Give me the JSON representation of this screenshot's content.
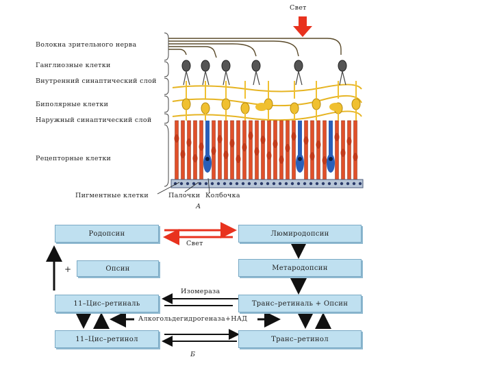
{
  "retina": {
    "light": "Свет",
    "layers": [
      "Волокна зрительного нерва",
      "Ганглиозные клетки",
      "Внутренний синаптический слой",
      "Биполярные клетки",
      "Наружный синаптический слой",
      "Рецепторные клетки"
    ],
    "bottom_labels": [
      "Пигментные клетки",
      "Палочки",
      "Колбочка"
    ],
    "panel_letter": "А"
  },
  "cycle": {
    "boxes": {
      "rhodopsin": "Родопсин",
      "lumirhodopsin": "Люмиродопсин",
      "opsin": "Опсин",
      "metarhodopsin": "Метародопсин",
      "cis_retinal": "11–Цис–ретиналь",
      "trans_retinal_opsin": "Транс–ретиналь + Опсин",
      "cis_retinol": "11–Цис–ретинол",
      "trans_retinol": "Транс–ретинол"
    },
    "plus": "+",
    "light": "Свет",
    "isomerase": "Изомераза",
    "adh": "Алкогольдегидрогеназа+НАД",
    "panel_letter": "Б"
  },
  "colors": {
    "light_arrow": "#e8321e",
    "rod": "#e0502a",
    "cone": "#2a5fb8",
    "bipolar": "#f0c030",
    "ganglion": "#555555",
    "box_fill": "#bfe0f0"
  }
}
